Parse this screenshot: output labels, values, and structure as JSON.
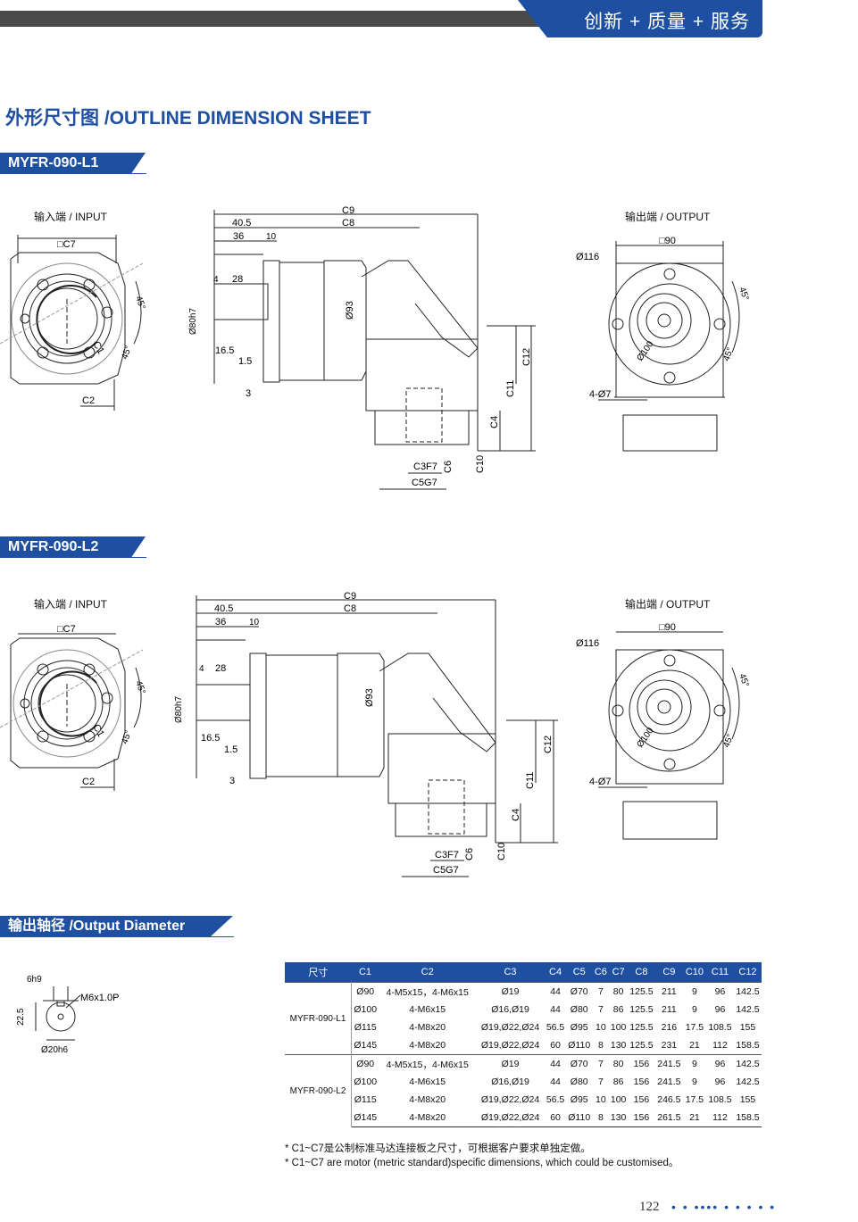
{
  "header": {
    "slogan": "创新 + 质量 + 服务"
  },
  "page_title": "外形尺寸图 /OUTLINE DIMENSION SHEET",
  "sections": [
    {
      "model": "MYFR-090-L1"
    },
    {
      "model": "MYFR-090-L2"
    }
  ],
  "drawing": {
    "input_label": "输入端 / INPUT",
    "output_label": "输出端 / OUTPUT",
    "c7": "□C7",
    "sq90": "□90",
    "d116": "Ø116",
    "d100": "Ø100",
    "deg45": "45°",
    "c1": "C1",
    "c2": "C2",
    "holes": "4-Ø7",
    "d80": "Ø80h7",
    "d93": "Ø93",
    "c3": "C3F7",
    "c5": "C5G7",
    "c6": "C6",
    "c4": "C4",
    "c10": "C10",
    "c11": "C11",
    "c12": "C12",
    "c8": "C8",
    "c9": "C9",
    "v40_5": "40.5",
    "v36": "36",
    "v10": "10",
    "v4": "4",
    "v28": "28",
    "v16_5": "16.5",
    "v1_5": "1.5",
    "v3": "3"
  },
  "output_diameter": {
    "title": "输出轴径 /Output Diameter",
    "key": "6h9",
    "thread": "M6x1.0P",
    "height": "22.5",
    "dia": "Ø20h6"
  },
  "spec_table": {
    "headers": [
      "尺寸",
      "C1",
      "C2",
      "C3",
      "C4",
      "C5",
      "C6",
      "C7",
      "C8",
      "C9",
      "C10",
      "C11",
      "C12"
    ],
    "groups": [
      {
        "model": "MYFR-090-L1",
        "rows": [
          [
            "Ø90",
            "4-M5x15，4-M6x15",
            "Ø19",
            "44",
            "Ø70",
            "7",
            "80",
            "125.5",
            "211",
            "9",
            "96",
            "142.5"
          ],
          [
            "Ø100",
            "4-M6x15",
            "Ø16,Ø19",
            "44",
            "Ø80",
            "7",
            "86",
            "125.5",
            "211",
            "9",
            "96",
            "142.5"
          ],
          [
            "Ø115",
            "4-M8x20",
            "Ø19,Ø22,Ø24",
            "56.5",
            "Ø95",
            "10",
            "100",
            "125.5",
            "216",
            "17.5",
            "108.5",
            "155"
          ],
          [
            "Ø145",
            "4-M8x20",
            "Ø19,Ø22,Ø24",
            "60",
            "Ø110",
            "8",
            "130",
            "125.5",
            "231",
            "21",
            "112",
            "158.5"
          ]
        ]
      },
      {
        "model": "MYFR-090-L2",
        "rows": [
          [
            "Ø90",
            "4-M5x15，4-M6x15",
            "Ø19",
            "44",
            "Ø70",
            "7",
            "80",
            "156",
            "241.5",
            "9",
            "96",
            "142.5"
          ],
          [
            "Ø100",
            "4-M6x15",
            "Ø16,Ø19",
            "44",
            "Ø80",
            "7",
            "86",
            "156",
            "241.5",
            "9",
            "96",
            "142.5"
          ],
          [
            "Ø115",
            "4-M8x20",
            "Ø19,Ø22,Ø24",
            "56.5",
            "Ø95",
            "10",
            "100",
            "156",
            "246.5",
            "17.5",
            "108.5",
            "155"
          ],
          [
            "Ø145",
            "4-M8x20",
            "Ø19,Ø22,Ø24",
            "60",
            "Ø110",
            "8",
            "130",
            "156",
            "261.5",
            "21",
            "112",
            "158.5"
          ]
        ]
      }
    ]
  },
  "notes": {
    "cn": "* C1~C7是公制标准马达连接板之尺寸，可根据客户要求单独定做。",
    "en": "* C1~C7 are motor (metric standard)specific dimensions, which could be customised。"
  },
  "footer": {
    "page": "122",
    "dots": "• • •••• • • • • •"
  },
  "colors": {
    "brand": "#1e4fa0",
    "bar": "#4a4a4a"
  }
}
